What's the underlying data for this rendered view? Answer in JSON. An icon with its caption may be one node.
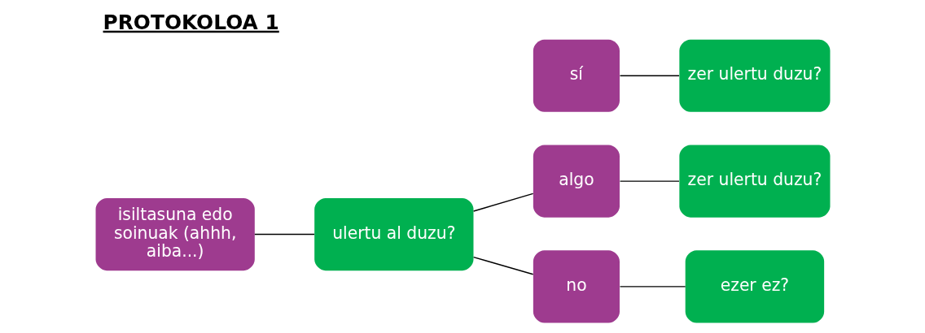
{
  "diagram": {
    "title": "PROTOKOLOA 1",
    "nodes": [
      {
        "text": [
          "isiltasuna edo soinuak (ahhh, aiba...)"
        ]
      },
      {
        "text": [
          "ulertu al duzu?"
        ]
      },
      {
        "text": [
          "sí"
        ]
      },
      {
        "text": [
          "zer ulertu duzu?"
        ]
      },
      {
        "text": [
          "algo"
        ]
      },
      {
        "text": [
          "zer ulertu duzu?"
        ]
      },
      {
        "text": [
          "no"
        ]
      },
      {
        "text": [
          "ezer ez?"
        ]
      }
    ],
    "edges": [
      {
        "from": 0,
        "to": 1,
        "arrow": "none"
      },
      {
        "from": 1,
        "to": 4,
        "arrow": "none"
      },
      {
        "from": 1,
        "to": 6,
        "arrow": "none"
      },
      {
        "from": 2,
        "to": 3,
        "arrow": "none"
      },
      {
        "from": 4,
        "to": 5,
        "arrow": "none"
      },
      {
        "from": 6,
        "to": 7,
        "arrow": "none"
      }
    ]
  }
}
